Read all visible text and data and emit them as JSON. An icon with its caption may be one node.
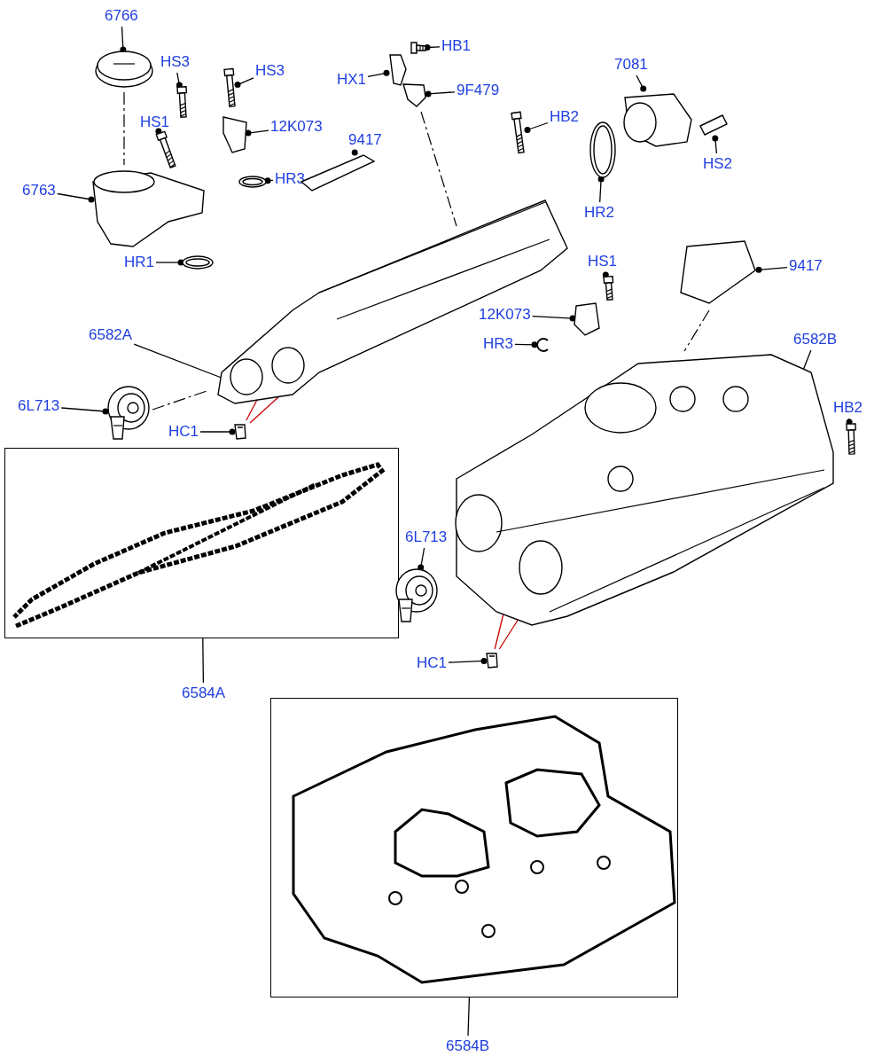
{
  "diagram": {
    "nodes": [
      {
        "text": [
          "6766"
        ]
      },
      {
        "text": [
          "HS3"
        ]
      },
      {
        "text": [
          "HS3"
        ]
      },
      {
        "text": [
          "HS1"
        ]
      },
      {
        "text": [
          "12K073"
        ]
      },
      {
        "text": [
          "6763"
        ]
      },
      {
        "text": [
          "HR3"
        ]
      },
      {
        "text": [
          "9417"
        ]
      },
      {
        "text": [
          "HB1"
        ]
      },
      {
        "text": [
          "HX1"
        ]
      },
      {
        "text": [
          "9F479"
        ]
      },
      {
        "text": [
          "HB2"
        ]
      },
      {
        "text": [
          "7081"
        ]
      },
      {
        "text": [
          "HS2"
        ]
      },
      {
        "text": [
          "HR2"
        ]
      },
      {
        "text": [
          "HR1"
        ]
      },
      {
        "text": [
          "6582A"
        ]
      },
      {
        "text": [
          "9417"
        ]
      },
      {
        "text": [
          "HS1"
        ]
      },
      {
        "text": [
          "12K073"
        ]
      },
      {
        "text": [
          "6582B"
        ]
      },
      {
        "text": [
          "HR3"
        ]
      },
      {
        "text": [
          "6L713"
        ]
      },
      {
        "text": [
          "HB2"
        ]
      },
      {
        "text": [
          "HC1"
        ]
      },
      {
        "text": [],
        "shape": "picture"
      },
      {
        "text": [],
        "shape": "box"
      },
      {
        "text": [
          "6584A"
        ]
      },
      {
        "text": [
          "6L713"
        ]
      },
      {
        "text": [
          "HC1"
        ]
      },
      {
        "text": [],
        "shape": "picture"
      },
      {
        "text": [],
        "shape": "box"
      },
      {
        "text": [
          "6584B"
        ]
      },
      {
        "text": [],
        "shape": "picture"
      },
      {
        "text": [],
        "shape": "picture"
      },
      {
        "text": [],
        "shape": "picture"
      },
      {
        "text": [],
        "shape": "picture"
      },
      {
        "text": [],
        "shape": "picture"
      },
      {
        "text": [],
        "shape": "picture"
      },
      {
        "text": [],
        "shape": "picture"
      },
      {
        "text": [],
        "shape": "picture"
      },
      {
        "text": [],
        "shape": "picture"
      },
      {
        "text": [],
        "shape": "picture"
      },
      {
        "text": [],
        "shape": "picture"
      },
      {
        "text": [],
        "shape": "picture"
      },
      {
        "text": [],
        "shape": "picture"
      },
      {
        "text": [],
        "shape": "picture"
      },
      {
        "text": [],
        "shape": "picture"
      },
      {
        "text": [],
        "shape": "picture"
      },
      {
        "text": [],
        "shape": "picture"
      },
      {
        "text": [],
        "shape": "picture"
      },
      {
        "text": [],
        "shape": "picture"
      },
      {
        "text": [],
        "shape": "picture"
      },
      {
        "text": [],
        "shape": "picture"
      },
      {
        "text": [],
        "shape": "picture"
      },
      {
        "text": [],
        "shape": "picture"
      },
      {
        "text": [],
        "shape": "picture"
      },
      {
        "text": [],
        "shape": "picture"
      }
    ],
    "edges": [
      {
        "from": 0,
        "to": 33,
        "arrow": "other"
      },
      {
        "from": 1,
        "to": 34,
        "arrow": "other"
      },
      {
        "from": 2,
        "to": 35,
        "arrow": "other"
      },
      {
        "from": 3,
        "to": 36,
        "arrow": "other"
      },
      {
        "from": 4,
        "to": 37,
        "arrow": "other"
      },
      {
        "from": 5,
        "to": 38,
        "arrow": "other"
      },
      {
        "from": 6,
        "to": 39,
        "arrow": "other"
      },
      {
        "from": 7,
        "to": 40,
        "arrow": "other"
      },
      {
        "from": 8,
        "to": 41,
        "arrow": "other"
      },
      {
        "from": 9,
        "to": 42,
        "arrow": "other"
      },
      {
        "from": 10,
        "to": 43,
        "arrow": "other"
      },
      {
        "from": 11,
        "to": 44,
        "arrow": "other"
      },
      {
        "from": 12,
        "to": 45,
        "arrow": "other"
      },
      {
        "from": 13,
        "to": 46,
        "arrow": "other"
      },
      {
        "from": 14,
        "to": 47,
        "arrow": "other"
      },
      {
        "from": 15,
        "to": 48,
        "arrow": "other"
      },
      {
        "from": 16,
        "to": 49,
        "arrow": "other"
      },
      {
        "from": 17,
        "to": 50,
        "arrow": "other"
      },
      {
        "from": 18,
        "to": 51,
        "arrow": "other"
      },
      {
        "from": 19,
        "to": 52,
        "arrow": "other"
      },
      {
        "from": 20,
        "to": 53,
        "arrow": "other"
      },
      {
        "from": 21,
        "to": 54,
        "arrow": "other"
      },
      {
        "from": 22,
        "to": 55,
        "arrow": "other"
      },
      {
        "from": 23,
        "to": 56,
        "arrow": "other"
      },
      {
        "from": 24,
        "to": 25,
        "arrow": "other"
      },
      {
        "from": 25,
        "to": 49,
        "arrow": "none",
        "color": "#cc0000"
      },
      {
        "from": 25,
        "to": 49,
        "arrow": "none",
        "color": "#cc0000"
      },
      {
        "from": 27,
        "to": 26,
        "arrow": "none"
      },
      {
        "from": 28,
        "to": 57,
        "arrow": "other"
      },
      {
        "from": 29,
        "to": 30,
        "arrow": "other"
      },
      {
        "from": 30,
        "to": 53,
        "arrow": "none",
        "color": "#cc0000"
      },
      {
        "from": 30,
        "to": 53,
        "arrow": "none",
        "color": "#cc0000"
      },
      {
        "from": 32,
        "to": 31,
        "arrow": "none"
      }
    ]
  }
}
